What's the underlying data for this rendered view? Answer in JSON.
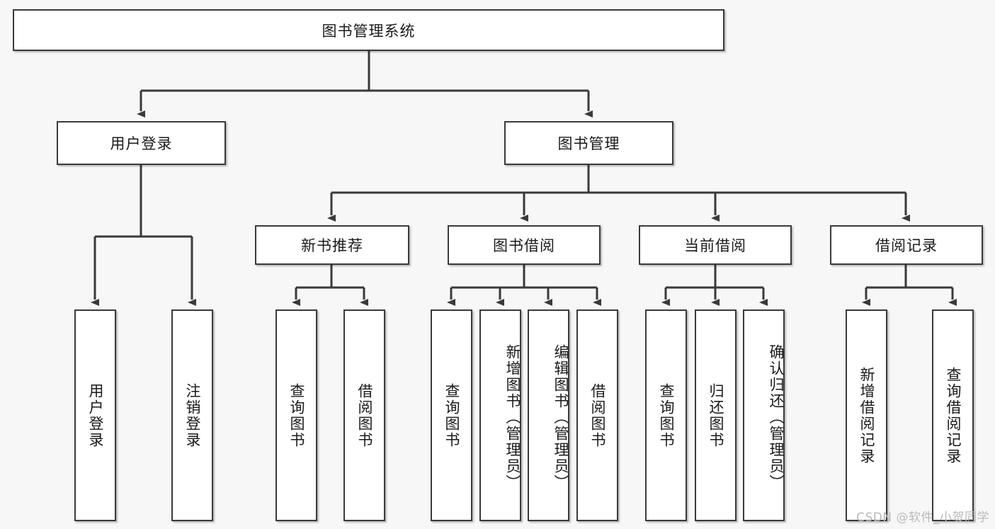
{
  "diagram": {
    "title": "图书管理系统",
    "type": "tree-hierarchy-diagram",
    "background_color": "#f7f7f7",
    "box_fill_color": "#ffffff",
    "box_border_color": "#3a3a3a",
    "connector_color": "#3a3a3a"
  },
  "root": {
    "label": "图书管理系统"
  },
  "level2": {
    "user_login": {
      "label": "用户登录"
    },
    "book_management": {
      "label": "图书管理"
    }
  },
  "level3": {
    "new_book_recommend": {
      "label": "新书推荐"
    },
    "book_borrow": {
      "label": "图书借阅"
    },
    "current_borrow": {
      "label": "当前借阅"
    },
    "borrow_record": {
      "label": "借阅记录"
    }
  },
  "leaves": {
    "user_login": [
      {
        "label": "用户登录"
      },
      {
        "label": "注销登录"
      }
    ],
    "new_book_recommend": [
      {
        "label": "查询图书"
      },
      {
        "label": "借阅图书"
      }
    ],
    "book_borrow": [
      {
        "label": "查询图书"
      },
      {
        "label": "新增图书（管理员）"
      },
      {
        "label": "编辑图书（管理员）"
      },
      {
        "label": "借阅图书"
      }
    ],
    "current_borrow": [
      {
        "label": "查询图书"
      },
      {
        "label": "归还图书"
      },
      {
        "label": "确认归还（管理员）"
      }
    ],
    "borrow_record": [
      {
        "label": "新增借阅记录"
      },
      {
        "label": "查询借阅记录"
      }
    ]
  },
  "watermark": {
    "text": "CSDN @软件_小贺同学"
  }
}
